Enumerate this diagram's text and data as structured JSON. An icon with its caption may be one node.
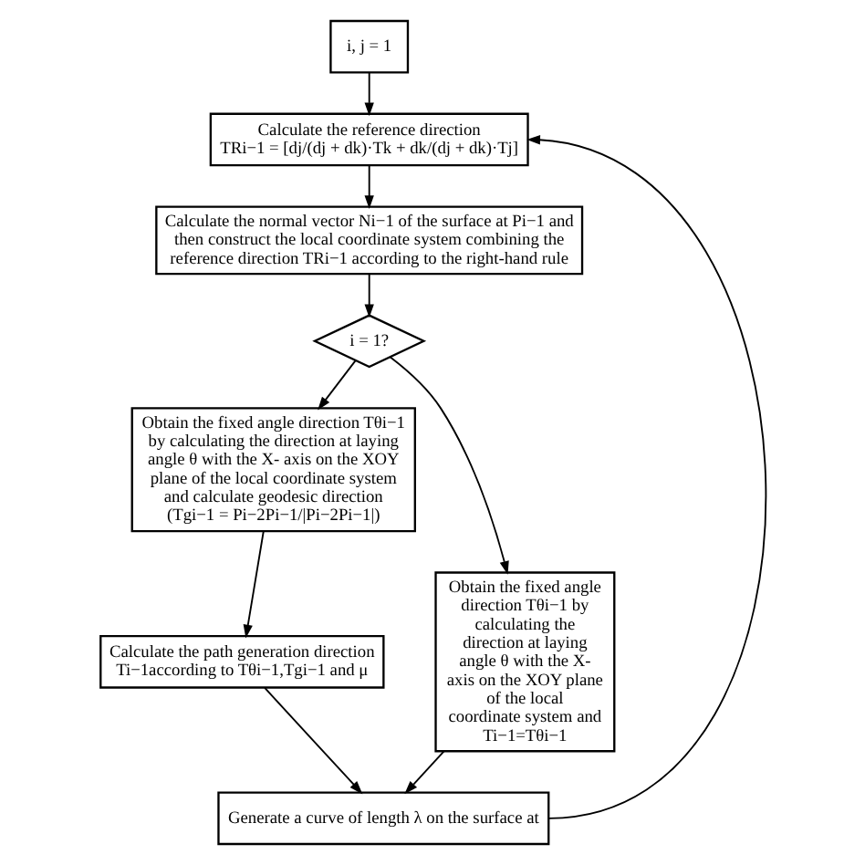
{
  "diagram": {
    "nodes": [
      {
        "text": [
          "i, j = 1"
        ]
      },
      {
        "text": [
          "Calculate the reference direction",
          "TRi−1 = [dj/(dj + dk)·Tk + dk/(dj + dk)·Tj]"
        ]
      },
      {
        "text": [
          "Calculate the normal vector Ni−1 of the surface at Pi−1 and then construct the local coordinate system combining the reference direction TRi−1 according to the right-hand rule"
        ]
      },
      {
        "text": [
          "i = 1?"
        ]
      },
      {
        "text": [
          "Obtain the fixed angle direction Tθi−1 by calculating the direction at laying angle θ with the X- axis on the XOY plane of the local coordinate system and calculate geodesic direction (Tgi−1 = Pi−2Pi−1/|Pi−2Pi−1|)"
        ]
      },
      {
        "text": [
          "Obtain the fixed angle direction Tθi−1 by calculating the direction at laying angle θ with the X- axis on the XOY plane of the local coordinate system and Ti−1=Tθi−1"
        ]
      },
      {
        "text": [
          "Calculate the path generation direction Ti−1according to Tθi−1,Tgi−1 and μ"
        ]
      },
      {
        "text": [
          "Generate a curve of length λ on the surface at"
        ]
      }
    ],
    "edges": [
      {
        "from": 0,
        "to": 1,
        "arrow": "to"
      },
      {
        "from": 1,
        "to": 2,
        "arrow": "to"
      },
      {
        "from": 2,
        "to": 3,
        "arrow": "to"
      },
      {
        "from": 3,
        "to": 4,
        "arrow": "to"
      },
      {
        "from": 3,
        "to": 5,
        "arrow": "to"
      },
      {
        "from": 4,
        "to": 6,
        "arrow": "to"
      },
      {
        "from": 6,
        "to": 7,
        "arrow": "to"
      },
      {
        "from": 5,
        "to": 7,
        "arrow": "to"
      },
      {
        "from": 7,
        "to": 1,
        "arrow": "to"
      }
    ]
  }
}
